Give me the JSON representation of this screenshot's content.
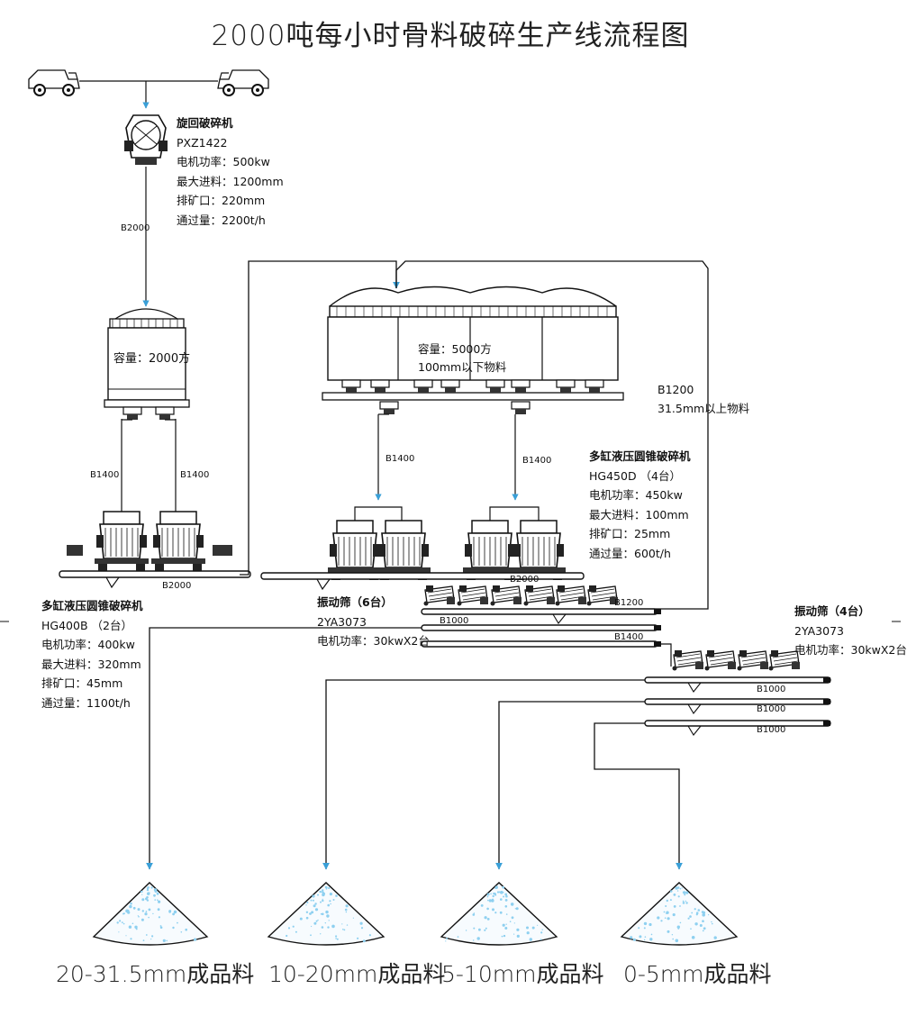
{
  "title": "2000吨每小时骨料破碎生产线流程图",
  "gyratory": {
    "name": "旋回破碎机",
    "lines": [
      "PXZ1422",
      "电机功率：500kw",
      "最大进料：1200mm",
      "排矿口：220mm",
      "通过量：2200t/h"
    ]
  },
  "silo1": {
    "capacity": "容量：2000方"
  },
  "silo2": {
    "capacity": "容量：5000方",
    "note": "100mm以下物料"
  },
  "return_belt": {
    "code": "B1200",
    "note": "31.5mm以上物料"
  },
  "cone_large": {
    "name": "多缸液压圆锥破碎机",
    "lines": [
      "HG450D （4台）",
      "电机功率：450kw",
      "最大进料：100mm",
      "排矿口：25mm",
      "通过量：600t/h"
    ]
  },
  "cone_small": {
    "name": "多缸液压圆锥破碎机",
    "lines": [
      "HG400B （2台）",
      "电机功率：400kw",
      "最大进料：320mm",
      "排矿口：45mm",
      "通过量：1100t/h"
    ]
  },
  "screen1": {
    "name": "振动筛（6台）",
    "lines": [
      "2YA3073",
      "电机功率：30kwX2台"
    ]
  },
  "screen2": {
    "name": "振动筛（4台）",
    "lines": [
      "2YA3073",
      "电机功率：30kwX2台"
    ]
  },
  "belts": {
    "b2000_top": "B2000",
    "b1400_a": "B1400",
    "b1400_b": "B1400",
    "b1400_c": "B1400",
    "b1400_d": "B1400",
    "b2000_left": "B2000",
    "b2000_right": "B2000",
    "screen_b1200": "B1200",
    "screen_b1000": "B1000",
    "screen_b1400": "B1400",
    "fine_b1000_1": "B1000",
    "fine_b1000_2": "B1000",
    "fine_b1000_3": "B1000"
  },
  "products": [
    "20-31.5mm成品料",
    "10-20mm成品料",
    "5-10mm成品料",
    "0-5mm成品料"
  ],
  "colors": {
    "line": "#111111",
    "arrow": "#3aa0d8",
    "pile_dots": "#8ed0f0"
  }
}
